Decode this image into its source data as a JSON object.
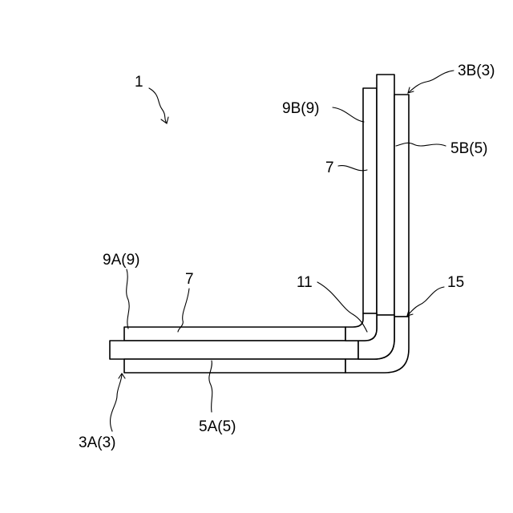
{
  "figure": {
    "labels": {
      "assembly": "1",
      "plate_3b": "3B(3)",
      "layer_9b": "9B(9)",
      "layer_5b": "5B(5)",
      "layer_7_vertical": "7",
      "layer_9a": "9A(9)",
      "layer_7_horizontal": "7",
      "bend_11": "11",
      "bend_15": "15",
      "plate_3a": "3A(3)",
      "layer_5a": "5A(5)"
    }
  }
}
